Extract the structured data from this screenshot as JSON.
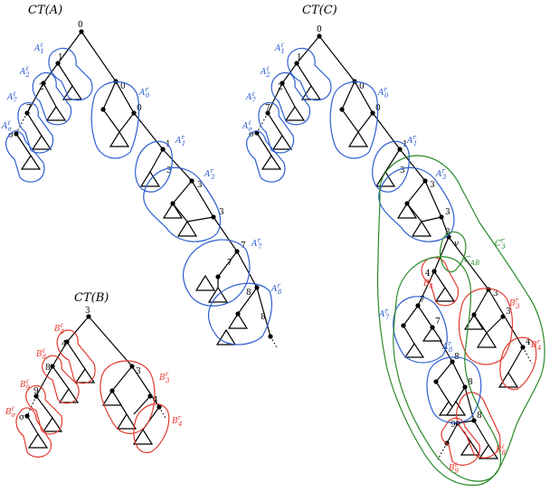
{
  "titles": {
    "ct_a": "CT(A)",
    "ct_b": "CT(B)",
    "ct_c": "CT(C)"
  },
  "colors": {
    "blue": "#2f5fd0",
    "red": "#e23a2e",
    "green": "#2a8a2a"
  },
  "node_labels": {
    "zero": "0",
    "one": "1",
    "two": "2",
    "three": "3",
    "four": "4",
    "seven": "7",
    "eight": "8",
    "nine": "9",
    "sigma": "σ",
    "v": "v"
  },
  "set_labels": {
    "A": "A",
    "B": "B",
    "C": "C",
    "sup_l": "ℓ",
    "sup_r": "r",
    "sub_1": "1",
    "sub_2": "2",
    "sub_3": "3",
    "sub_4": "4",
    "sub_7": "7",
    "sub_8": "8",
    "sub_9": "9",
    "sub_0": "0",
    "sub_sigma": "σ",
    "sub_ab": "AB"
  }
}
